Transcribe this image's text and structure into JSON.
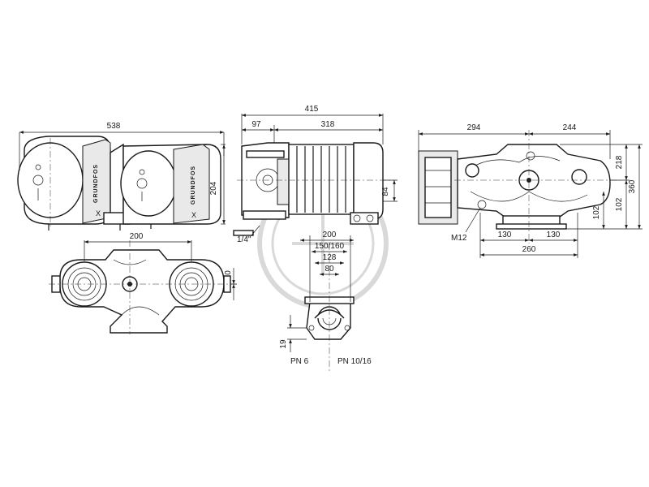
{
  "drawing": {
    "front_view": {
      "width": "538",
      "height": "204",
      "brand_text": "GRUNDFOS"
    },
    "side_view": {
      "overall_length": "415",
      "motor_length": "318",
      "flange_length": "97",
      "axis_height": "84",
      "thread": "1/4\""
    },
    "right_view": {
      "left_width": "294",
      "right_width": "244",
      "height_218": "218",
      "height_360": "360",
      "height_102_a": "102",
      "height_102_b": "102",
      "bolt": "M12",
      "half_spacing_left": "130",
      "half_spacing_right": "130",
      "base_width": "260"
    },
    "top_view": {
      "port_spacing": "200",
      "offset": "0"
    },
    "flange_detail": {
      "width_200": "200",
      "bolt_circle": "150/160",
      "width_128": "128",
      "width_80": "80",
      "thickness": "19",
      "label_pn6": "PN 6",
      "label_pn1016": "PN 10/16"
    }
  }
}
